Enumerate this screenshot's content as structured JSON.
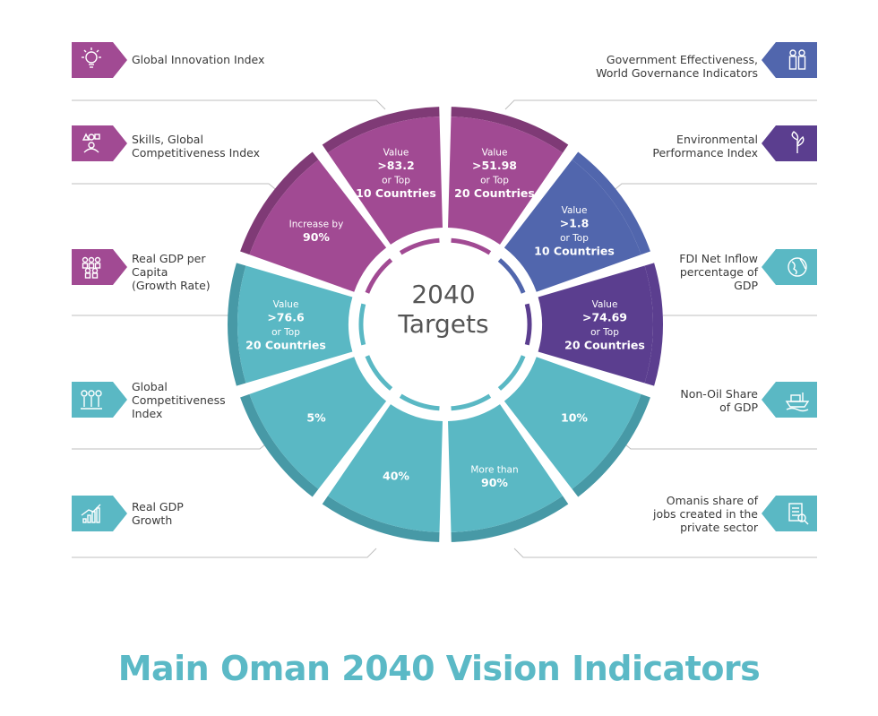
{
  "center": {
    "line1": "2040",
    "line2": "Targets"
  },
  "title": "Main Oman 2040 Vision Indicators",
  "colors": {
    "magenta": "#a14a93",
    "magenta_dark": "#7f3a76",
    "blue": "#5166ad",
    "purple": "#5b3e8f",
    "teal": "#5ab8c4",
    "teal_dark": "#4799a6",
    "line": "#bfbfbf"
  },
  "segments": [
    {
      "name": "global-innovation-index",
      "color": "magenta",
      "lines": [
        "Value",
        ">51.98",
        "or Top",
        "20 Countries"
      ]
    },
    {
      "name": "government-effectiveness",
      "color": "blue",
      "lines": [
        "Value",
        ">1.8",
        "or Top",
        "10 Countries"
      ]
    },
    {
      "name": "environmental-performance",
      "color": "purple",
      "lines": [
        "Value",
        ">74.69",
        "or Top",
        "20 Countries"
      ]
    },
    {
      "name": "fdi-net-inflow",
      "color": "teal",
      "lines": [
        "10%"
      ]
    },
    {
      "name": "non-oil-share",
      "color": "teal",
      "lines": [
        "More than",
        "90%"
      ]
    },
    {
      "name": "omanis-share-jobs",
      "color": "teal",
      "lines": [
        "40%"
      ]
    },
    {
      "name": "real-gdp-growth",
      "color": "teal",
      "lines": [
        "5%"
      ]
    },
    {
      "name": "global-competitiveness-index",
      "color": "teal",
      "lines": [
        "Value",
        ">76.6",
        "or Top",
        "20 Countries"
      ]
    },
    {
      "name": "real-gdp-per-capita",
      "color": "magenta",
      "lines": [
        "Increase by",
        "90%"
      ]
    },
    {
      "name": "skills-global-competitiveness",
      "color": "magenta",
      "lines": [
        "Value",
        ">83.2",
        "or Top",
        "10 Countries"
      ]
    }
  ],
  "left_indicators": [
    {
      "label": "Global Innovation Index",
      "icon": "lightbulb-icon",
      "color": "magenta"
    },
    {
      "label": "Skills, Global\nCompetitiveness Index",
      "icon": "skills-icon",
      "color": "magenta"
    },
    {
      "label": "Real GDP per\nCapita\n(Growth Rate)",
      "icon": "people-group-icon",
      "color": "magenta"
    },
    {
      "label": "Global\nCompetitiveness\nIndex",
      "icon": "team-icon",
      "color": "teal"
    },
    {
      "label": "Real GDP\nGrowth",
      "icon": "growth-chart-icon",
      "color": "teal"
    }
  ],
  "right_indicators": [
    {
      "label": "Government Effectiveness,\nWorld Governance Indicators",
      "icon": "officials-icon",
      "color": "blue"
    },
    {
      "label": "Environmental\nPerformance Index",
      "icon": "plant-icon",
      "color": "purple"
    },
    {
      "label": "FDI Net Inflow\npercentage of\nGDP",
      "icon": "globe-icon",
      "color": "teal"
    },
    {
      "label": "Non-Oil Share\nof GDP",
      "icon": "ship-icon",
      "color": "teal"
    },
    {
      "label": "Omanis share of\njobs created in the\nprivate sector",
      "icon": "job-document-icon",
      "color": "teal"
    }
  ]
}
